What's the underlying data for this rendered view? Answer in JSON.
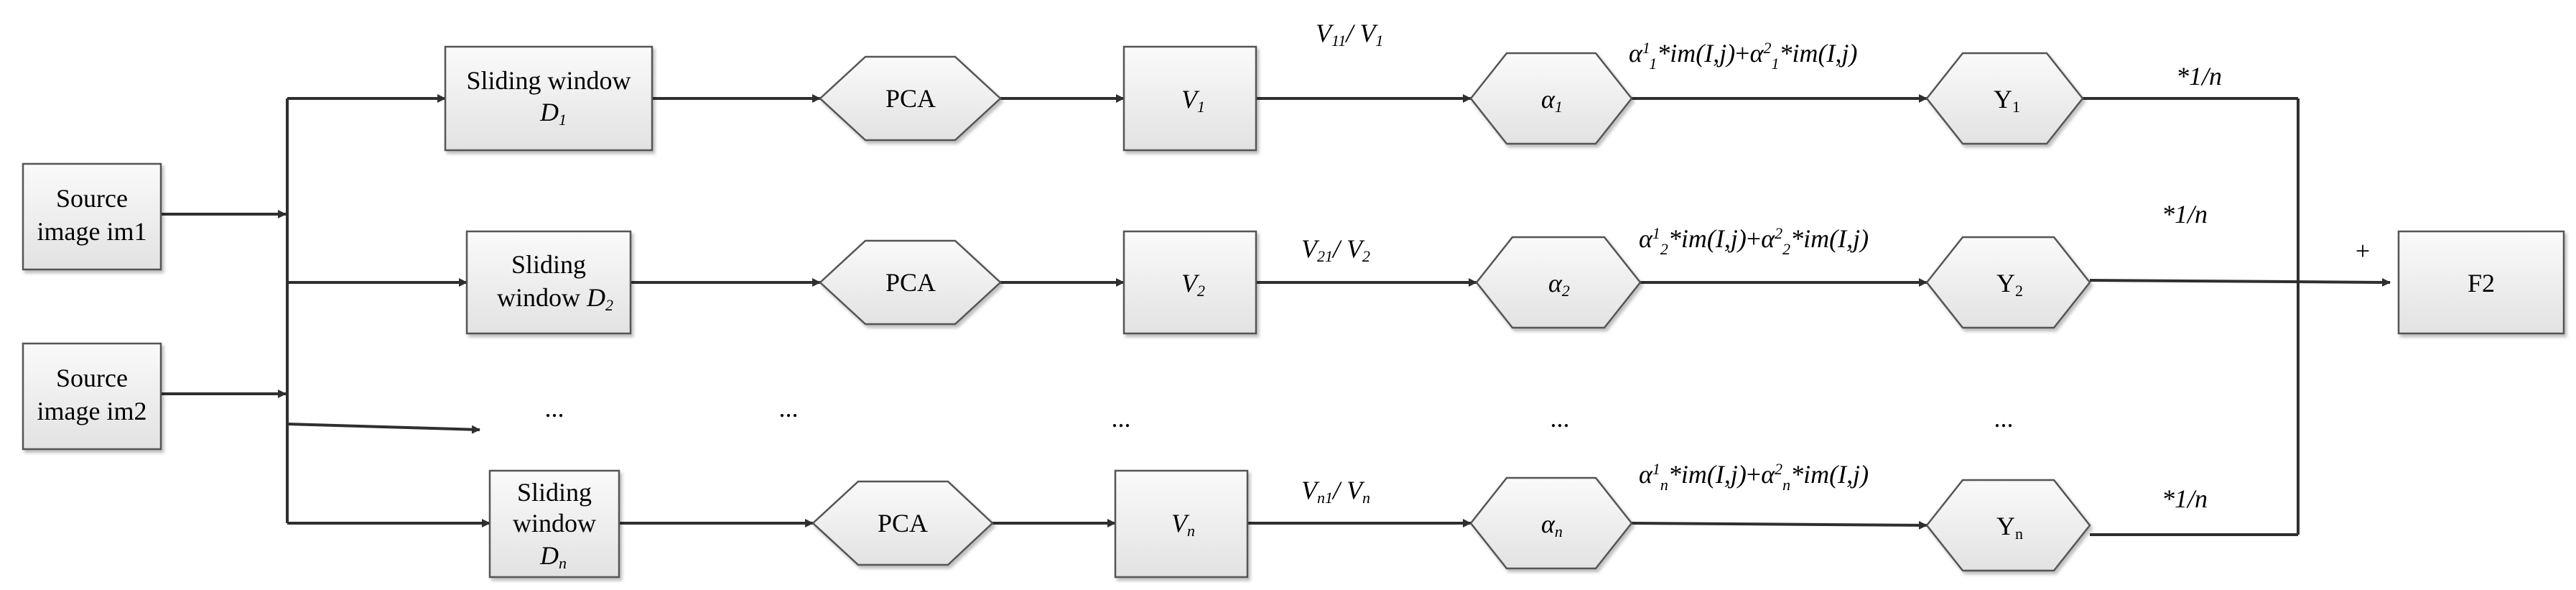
{
  "sources": [
    {
      "line1": "Source",
      "line2": "image im1"
    },
    {
      "line1": "Source",
      "line2": "image im2"
    }
  ],
  "rows": [
    {
      "window": {
        "line1": "Sliding window",
        "var": "D",
        "sub": "1"
      },
      "pca": "PCA",
      "vector": {
        "var": "V",
        "sub": "1"
      },
      "ratio": {
        "num": "V",
        "num_sub": "1",
        "num_sub2": "1",
        "sep": "/ ",
        "den": "V",
        "den_sub": "1"
      },
      "alpha": {
        "var": "α",
        "sub": "1"
      },
      "formula": {
        "a": "α",
        "s1": "1",
        "k1": "1",
        "im": "*im(I,j)",
        "plus": "+",
        "s2": "2",
        "k2": "1"
      },
      "y": {
        "var": "Y",
        "sub": "1"
      },
      "scale": "*1/n"
    },
    {
      "window": {
        "line1": "Sliding",
        "line2": "window ",
        "var": "D",
        "sub": "2"
      },
      "pca": "PCA",
      "vector": {
        "var": "V",
        "sub": "2"
      },
      "ratio": {
        "num": "V",
        "num_sub": "2",
        "num_sub2": "1",
        "sep": "/ ",
        "den": "V",
        "den_sub": "2"
      },
      "alpha": {
        "var": "α",
        "sub": "2"
      },
      "formula": {
        "a": "α",
        "s1": "1",
        "k1": "2",
        "im": "*im(I,j)",
        "plus": "+",
        "s2": "2",
        "k2": "2"
      },
      "y": {
        "var": "Y",
        "sub": "2"
      },
      "scale": "*1/n"
    },
    {
      "window": {
        "line1": "Sliding",
        "line2": "window",
        "var": "D",
        "sub": "n"
      },
      "pca": "PCA",
      "vector": {
        "var": "V",
        "sub": "n"
      },
      "ratio": {
        "num": "V",
        "num_sub": "n",
        "num_sub2": "1",
        "sep": "/ ",
        "den": "V",
        "den_sub": "n"
      },
      "alpha": {
        "var": "α",
        "sub": "n"
      },
      "formula": {
        "a": "α",
        "s1": "1",
        "k1": "n",
        "im": "*im(I,j)",
        "plus": "+",
        "s2": "2",
        "k2": "n"
      },
      "y": {
        "var": "Y",
        "sub": "n"
      },
      "scale": "*1/n"
    }
  ],
  "ellipsis": "...",
  "plus_sign": "+",
  "output": "F2",
  "colors": {
    "box_fill_top": "#fafafa",
    "box_fill_bottom": "#e2e2e2",
    "stroke": "#555555",
    "line": "#2f2f2f"
  }
}
